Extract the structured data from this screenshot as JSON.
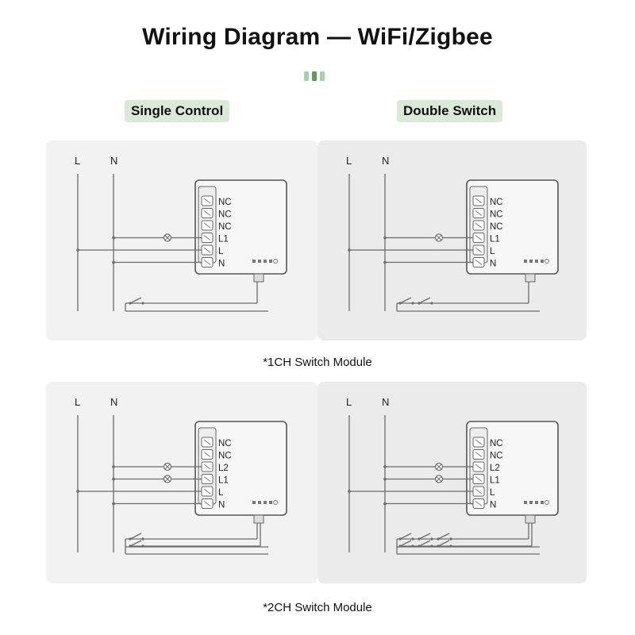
{
  "title": "Wiring Diagram — WiFi/Zigbee",
  "columns": {
    "left": "Single Control",
    "right": "Double Switch"
  },
  "colors": {
    "tag_bg": "#dbe9d9",
    "dot_light": "#a9cfa8",
    "dot_dark": "#5f9a64",
    "panel_left": "#f2f2f2",
    "panel_right": "#ebebeb",
    "line": "#6b6b6b"
  },
  "sections": [
    {
      "caption": "*1CH Switch Module",
      "panels": [
        {
          "variant": "single",
          "line_labels": [
            "L",
            "N"
          ],
          "terminals": [
            "NC",
            "NC",
            "NC",
            "L1",
            "L",
            "N"
          ]
        },
        {
          "variant": "double",
          "line_labels": [
            "L",
            "N"
          ],
          "terminals": [
            "NC",
            "NC",
            "NC",
            "L1",
            "L",
            "N"
          ]
        }
      ]
    },
    {
      "caption": "*2CH Switch Module",
      "panels": [
        {
          "variant": "single",
          "line_labels": [
            "L",
            "N"
          ],
          "terminals": [
            "NC",
            "NC",
            "L2",
            "L1",
            "L",
            "N"
          ]
        },
        {
          "variant": "double",
          "line_labels": [
            "L",
            "N"
          ],
          "terminals": [
            "NC",
            "NC",
            "L2",
            "L1",
            "L",
            "N"
          ]
        }
      ]
    }
  ]
}
